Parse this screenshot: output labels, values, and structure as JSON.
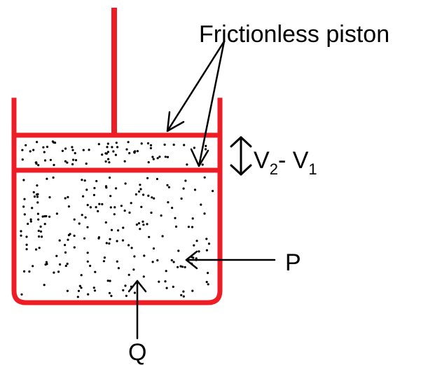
{
  "labels": {
    "piston": "Frictionless piston",
    "volume": {
      "v": "V",
      "sub2": "2",
      "dash": "- ",
      "v_b": "V",
      "sub1": "1"
    },
    "pressure": "P",
    "heat": "Q"
  },
  "colors": {
    "cylinder": "#ee1c25",
    "ink": "#000000",
    "background": "#ffffff"
  }
}
